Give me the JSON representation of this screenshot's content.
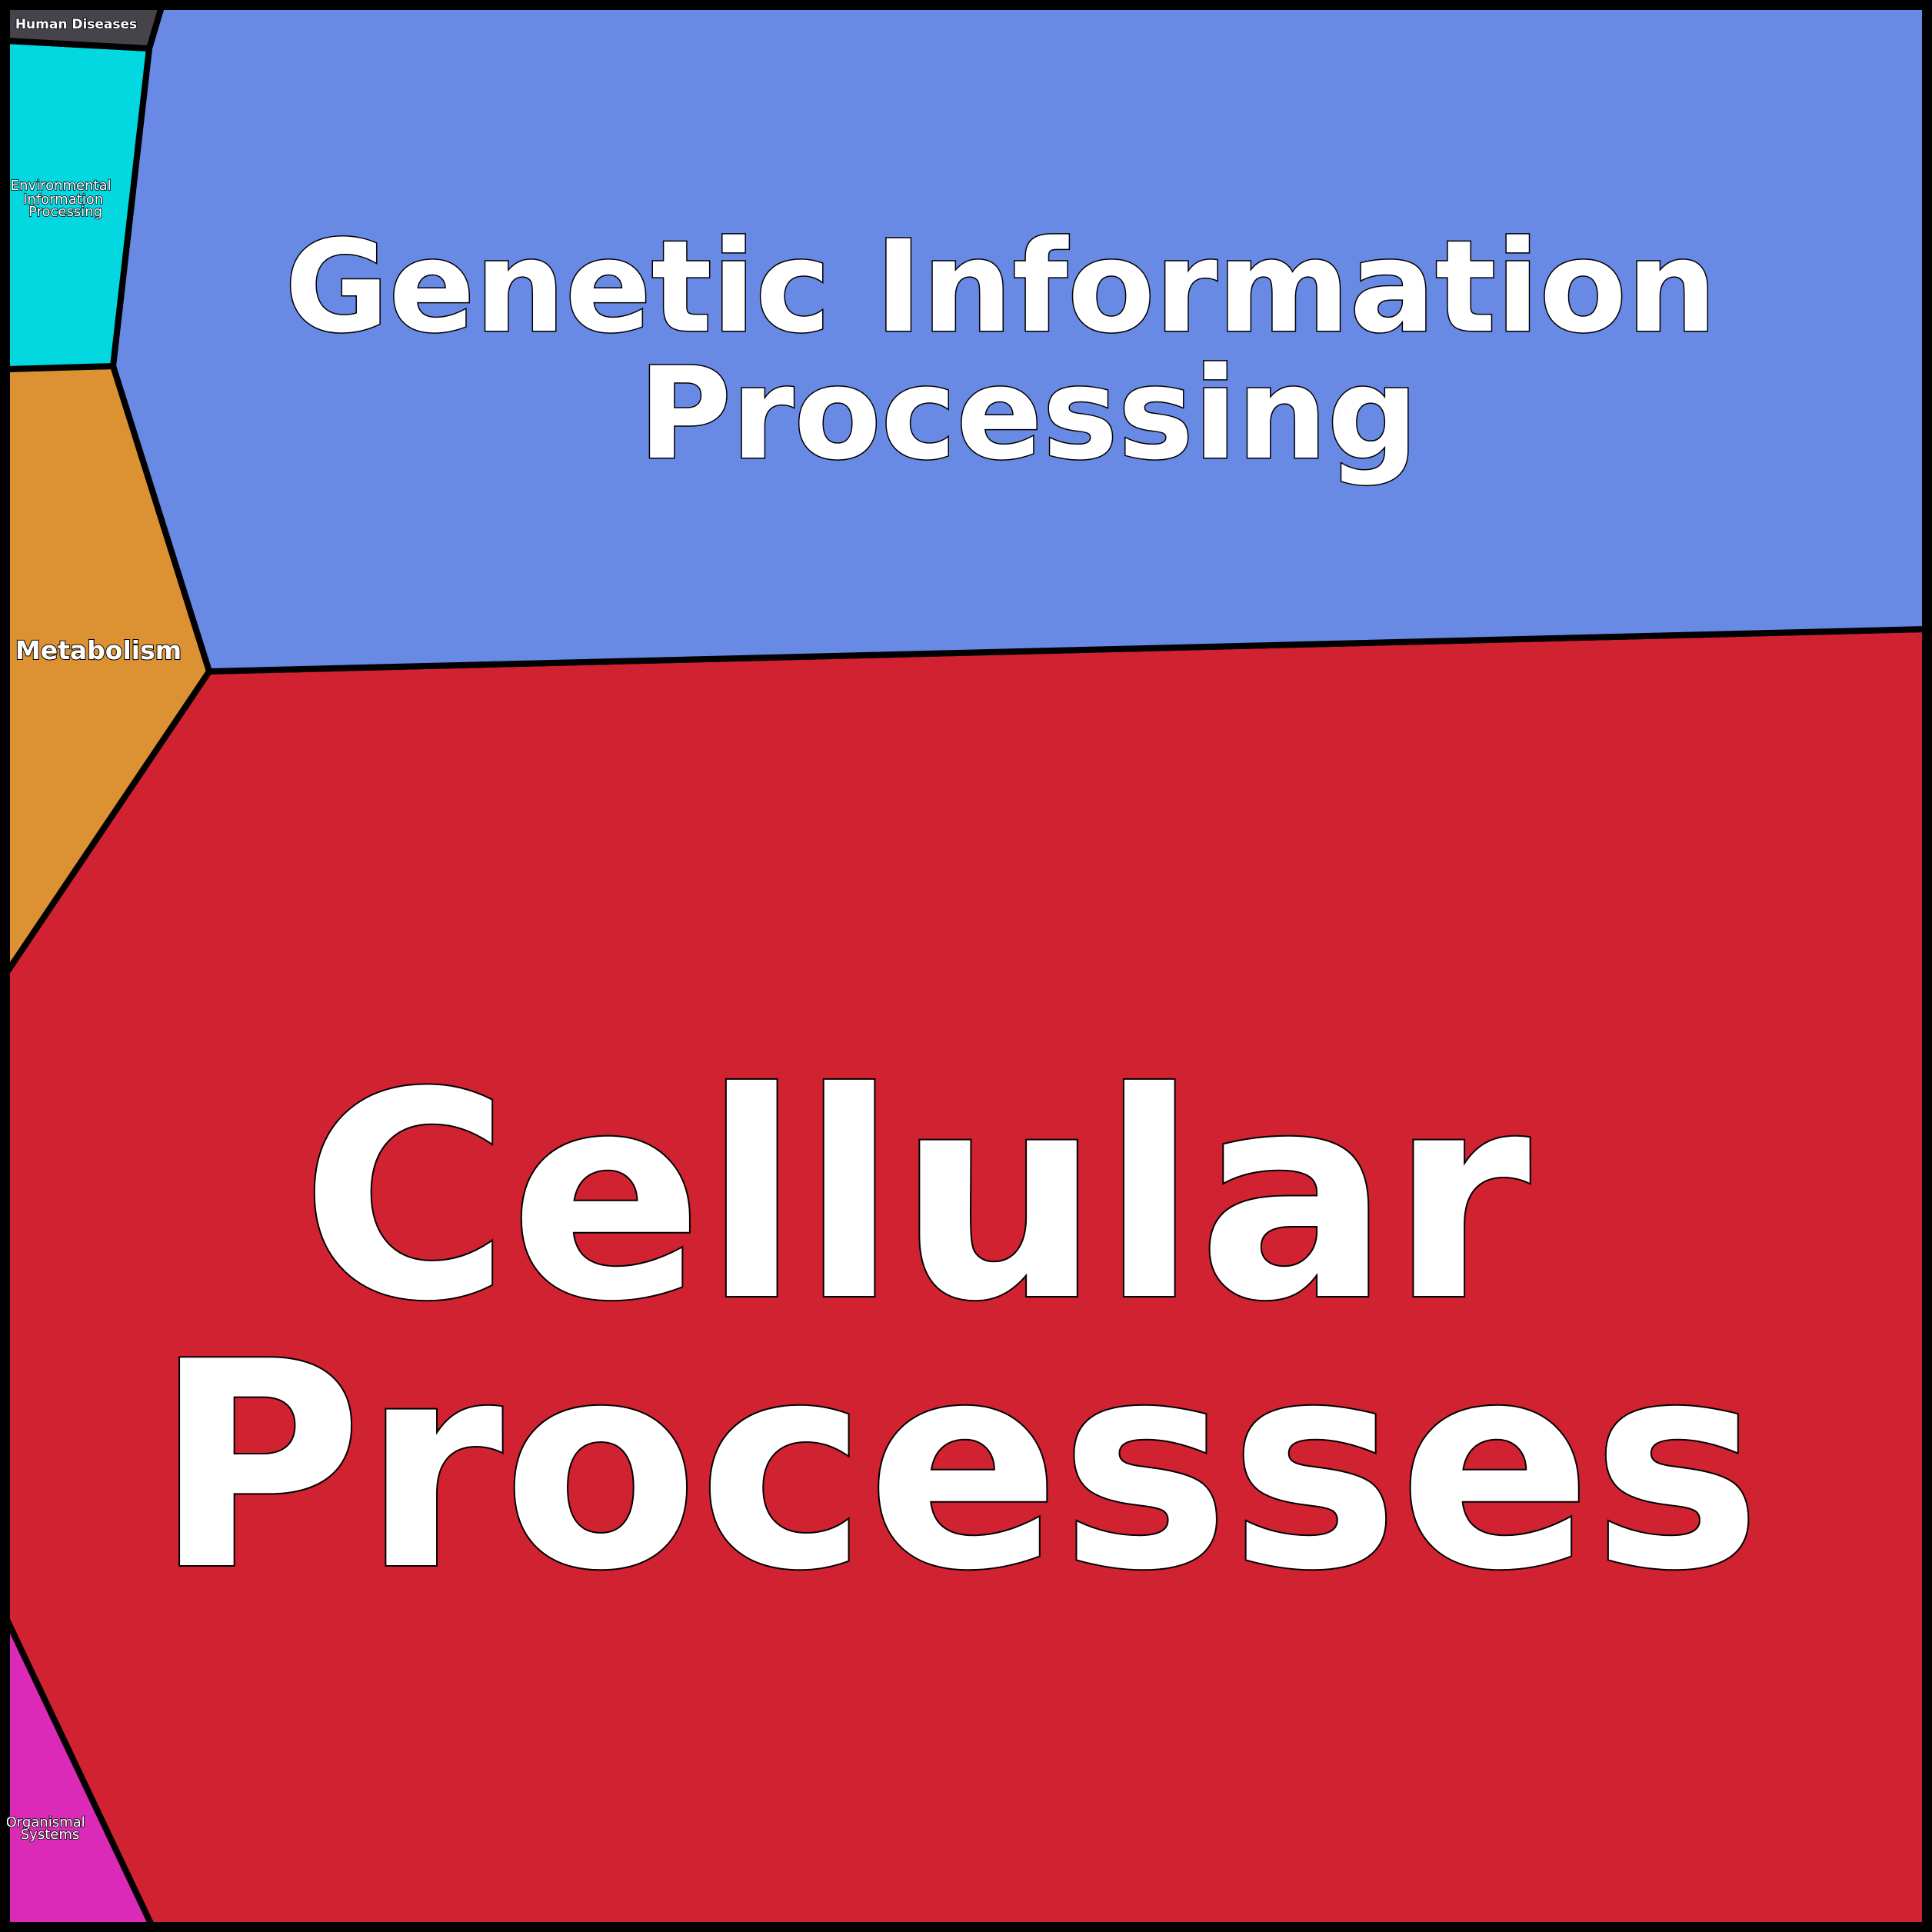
{
  "cells": {
    "cellular": {
      "lines": [
        "Cellular",
        "Processes"
      ],
      "color": "#d12231"
    },
    "genetic": {
      "lines": [
        "Genetic Information",
        "Processing"
      ],
      "color": "#6889e4"
    },
    "metabolism": {
      "lines": [
        "Metabolism"
      ],
      "color": "#dc9132"
    },
    "environmental": {
      "lines": [
        "Environmental",
        "Information",
        "Processing"
      ],
      "color": "#03d8e0"
    },
    "human_diseases": {
      "lines": [
        "Human Diseases"
      ],
      "color": "#47434a"
    },
    "organismal": {
      "lines": [
        "Organismal",
        "Systems"
      ],
      "color": "#db2ab7"
    }
  }
}
